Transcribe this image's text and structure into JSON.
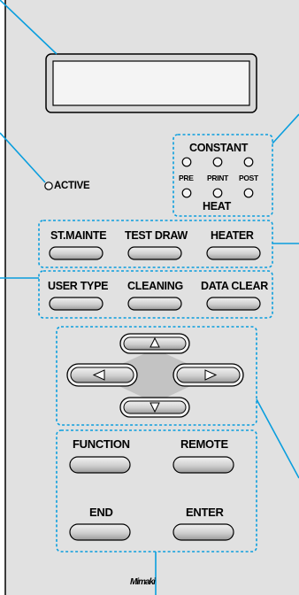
{
  "status": {
    "active_label": "ACTIVE"
  },
  "indicators": {
    "constant_label": "CONSTANT",
    "heat_label": "HEAT",
    "lamps": [
      "PRE",
      "PRINT",
      "POST"
    ]
  },
  "buttons_row1": [
    "ST.MAINTE",
    "TEST DRAW",
    "HEATER"
  ],
  "buttons_row2": [
    "USER TYPE",
    "CLEANING",
    "DATA CLEAR"
  ],
  "bottom_buttons": {
    "function": "FUNCTION",
    "remote": "REMOTE",
    "end": "END",
    "enter": "ENTER"
  },
  "brand": {
    "logo": "Mimaki"
  },
  "colors": {
    "panel": "#e0e0e0",
    "border": "#000000",
    "callout": "#0a9ede",
    "button_fill": "#d6d6d6"
  }
}
